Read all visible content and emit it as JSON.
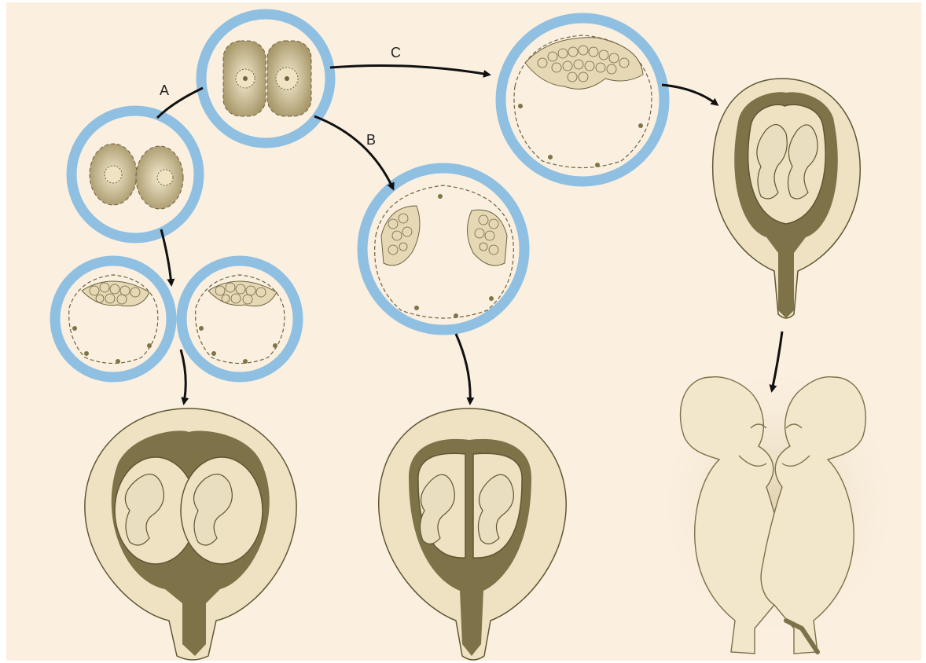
{
  "labels": {
    "a": "A",
    "b": "B",
    "c": "C"
  },
  "colors": {
    "background": "#fbf0e0",
    "ring": "#8fc0e2",
    "placenta": "#7d7248",
    "uterus": "#eee2c2"
  }
}
